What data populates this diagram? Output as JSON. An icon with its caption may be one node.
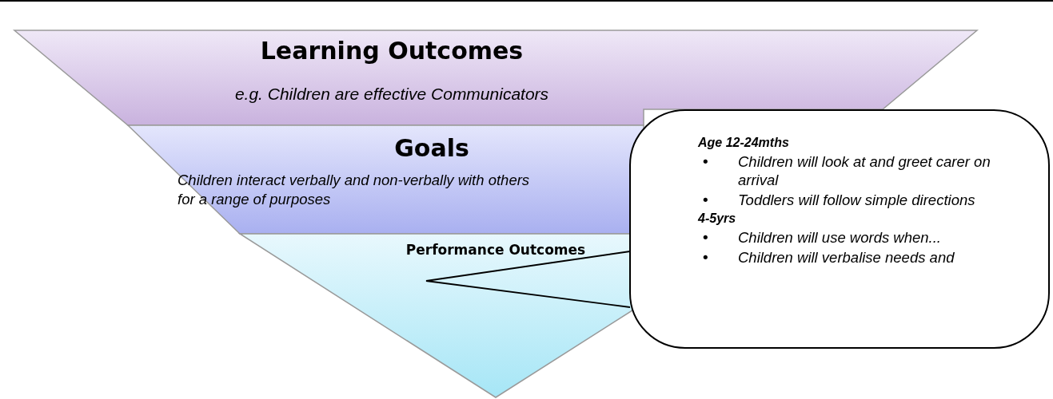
{
  "diagram": {
    "nodes": [
      {
        "text": [
          "Learning Outcomes",
          "e.g. Children are effective Communicators"
        ]
      },
      {
        "text": [
          "Goals",
          "Children interact verbally and non-verbally with others for a range of purposes"
        ]
      },
      {
        "text": [
          "Performance Outcomes"
        ]
      },
      {
        "text": [
          "Age 12-24mths",
          "•",
          "Children will look at and greet carer on arrival",
          "•",
          "Toddlers will follow simple directions",
          "4-5yrs",
          "•",
          "Children will use words when...",
          "•",
          "Children will verbalise needs and"
        ]
      }
    ],
    "edges": [
      {
        "from": 3,
        "to": 2,
        "arrow": "none"
      }
    ]
  }
}
